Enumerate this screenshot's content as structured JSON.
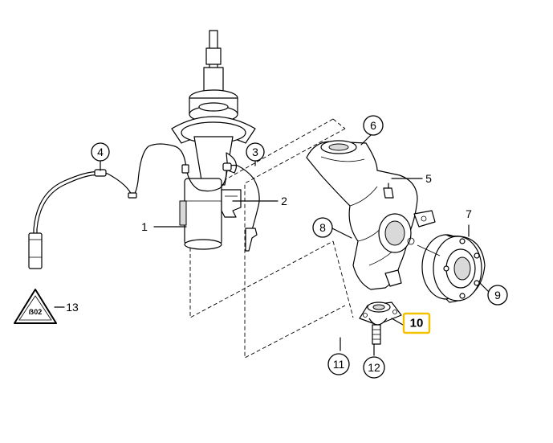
{
  "callouts": {
    "c1": "1",
    "c2": "2",
    "c3": "3",
    "c4": "4",
    "c5": "5",
    "c6": "6",
    "c7": "7",
    "c8": "8",
    "c9": "9",
    "c10": "10",
    "c11": "11",
    "c12": "12",
    "c13": "13"
  },
  "warning_symbol_text": "ẞ02",
  "highlight_color": "#f2c200",
  "highlighted_callout": "10"
}
